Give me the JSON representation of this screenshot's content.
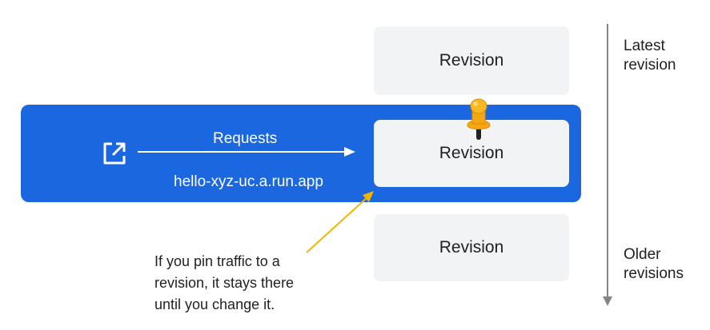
{
  "revisions": [
    {
      "label": "Revision"
    },
    {
      "label": "Revision"
    },
    {
      "label": "Revision"
    }
  ],
  "traffic": {
    "requests_label": "Requests",
    "url": "hello-xyz-uc.a.run.app"
  },
  "timeline": {
    "top_label_line1": "Latest",
    "top_label_line2": "revision",
    "bottom_label_line1": "Older",
    "bottom_label_line2": "revisions"
  },
  "note": {
    "line1": "If you pin traffic to a",
    "line2": "revision, it stays there",
    "line3": "until you change it."
  },
  "icons": {
    "external": "open-in-new-icon",
    "pin": "pushpin-icon"
  },
  "colors": {
    "band": "#1a67e0",
    "revision_box": "#f1f3f4",
    "annotation_arrow": "#f6b400",
    "pin": "#f3a712",
    "timeline": "#80868b"
  }
}
